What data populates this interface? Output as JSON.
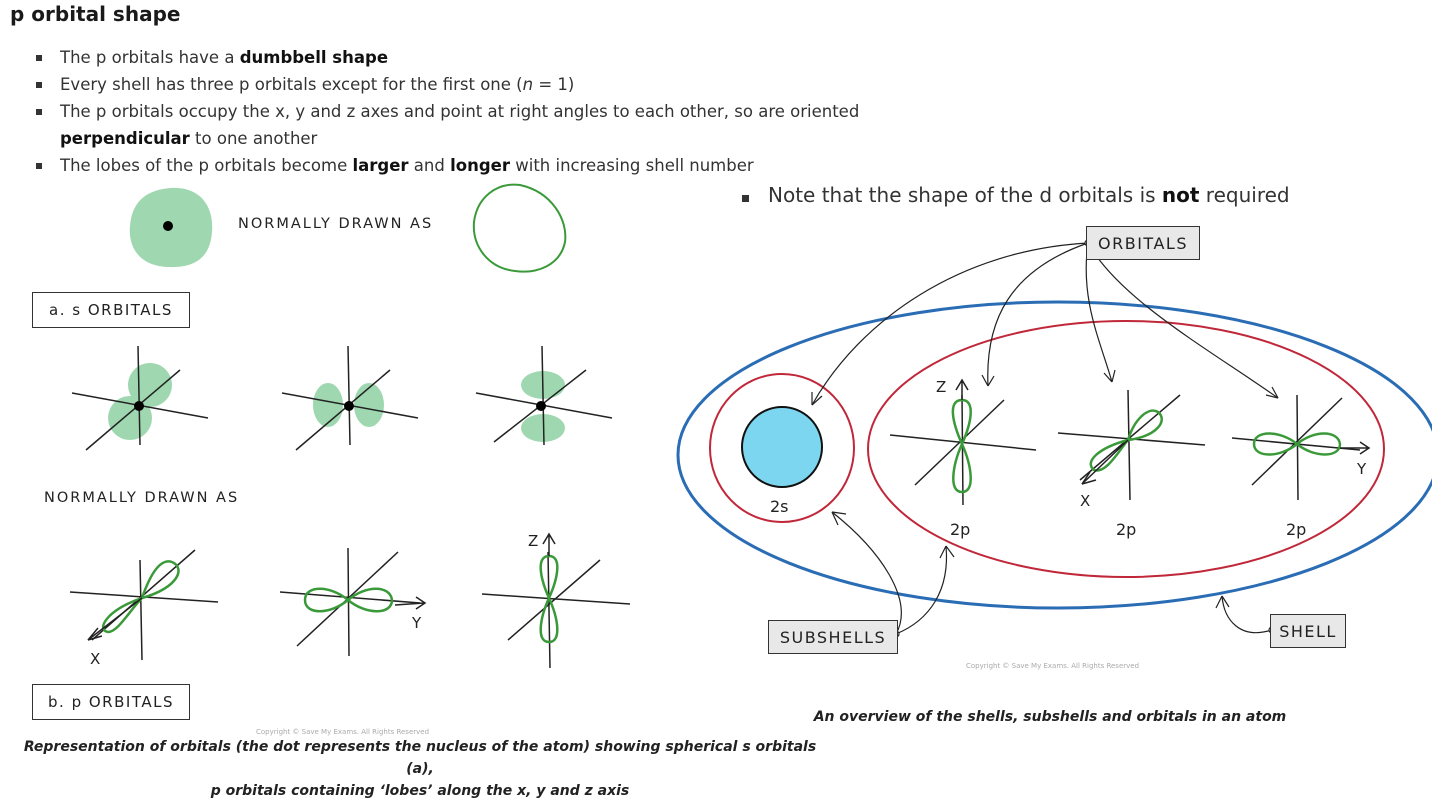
{
  "header": {
    "title": "p orbital shape"
  },
  "bullets": [
    {
      "before": "The p orbitals have a ",
      "bold": "dumbbell shape",
      "after": ""
    },
    {
      "before": "Every shell has three p orbitals except for the first one (",
      "italic": "n",
      "after": " = 1)"
    },
    {
      "before": "The p orbitals occupy the x, y and z axes and point at right angles to each other, so are oriented ",
      "bold": "perpendicular",
      "after": " to one another"
    },
    {
      "before": "The lobes of the p orbitals become ",
      "bold": "larger",
      "mid": " and ",
      "bold2": "longer",
      "after": " with increasing shell number"
    }
  ],
  "note": {
    "before": "Note that the shape of the d orbitals is ",
    "bold": "not",
    "after": " required"
  },
  "left_figure": {
    "normally_drawn_1": "NORMALLY   DRAWN   AS",
    "normally_drawn_2": "NORMALLY   DRAWN   AS",
    "label_a": "a.  s  ORBITALS",
    "label_b": "b.  p  ORBITALS",
    "axis_x": "X",
    "axis_y": "Y",
    "axis_z": "Z",
    "caption_line1": "Representation of orbitals (the dot represents the nucleus of the atom) showing spherical s orbitals (a),",
    "caption_line2": "p orbitals containing ‘lobes’ along the x, y and z axis",
    "copyright": "Copyright © Save My Exams. All Rights Reserved"
  },
  "right_figure": {
    "tag_orbitals": "ORBITALS",
    "tag_subshells": "SUBSHELLS",
    "tag_shell": "SHELL",
    "label_2s": "2s",
    "label_2p_1": "2p",
    "label_2p_2": "2p",
    "label_2p_3": "2p",
    "axis_x": "X",
    "axis_y": "Y",
    "axis_z": "Z",
    "caption": "An overview of the shells, subshells and orbitals in an atom",
    "copyright": "Copyright © Save My Exams. All Rights Reserved"
  },
  "colors": {
    "green_fill": "#9fd8b0",
    "green_line": "#3a9a3a",
    "blue_shell": "#2a6db5",
    "red_subshell": "#c0283a",
    "cyan_2s": "#7dd6f0"
  }
}
